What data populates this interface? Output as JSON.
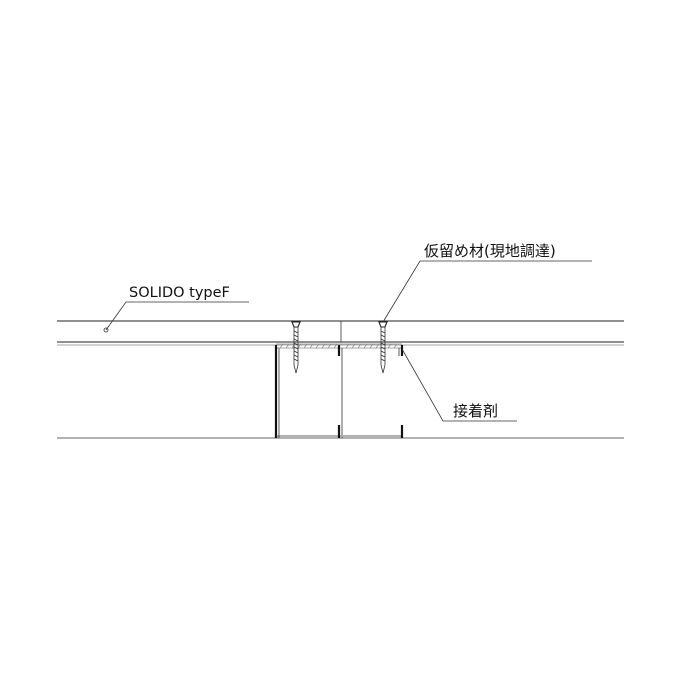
{
  "labels": {
    "product": "SOLIDO typeF",
    "temporary_fixing": "仮留め材(現地調達)",
    "adhesive": "接着剤"
  }
}
